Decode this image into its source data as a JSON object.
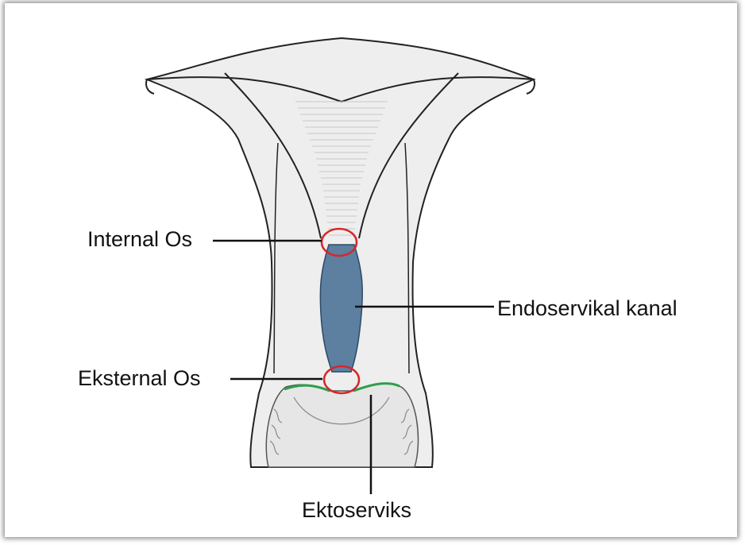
{
  "labels": {
    "internal_os": "Internal Os",
    "eksternal_os": "Eksternal Os",
    "endoservikal_kanal": "Endoservikal kanal",
    "ektoserviks": "Ektoserviks"
  },
  "colors": {
    "canal_fill": "#5d7fa0",
    "highlight_ring": "#d62828",
    "ectocervix_edge": "#2e9e4a",
    "tissue_fill": "#eeeeee"
  }
}
